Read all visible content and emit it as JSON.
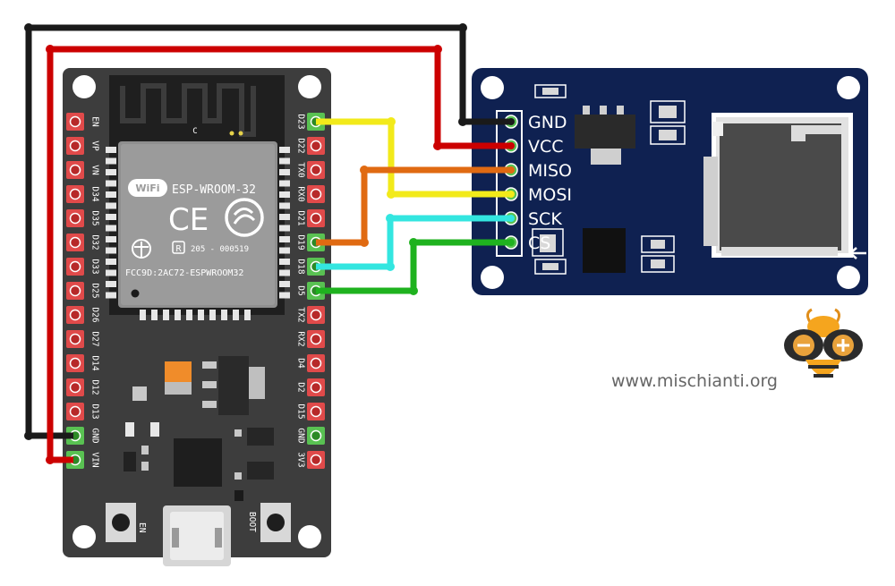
{
  "esp32": {
    "module": {
      "wifi_text": "WiFi",
      "model": "ESP-WROOM-32",
      "ce_mark": "CE",
      "r_mark": "R",
      "cert_number": "205 - 000519",
      "fcc_id": "FCC9D:2AC72-ESPWROOM32",
      "antenna_marking": "C"
    },
    "left_pins": [
      "EN",
      "VP",
      "VN",
      "D34",
      "D35",
      "D32",
      "D33",
      "D25",
      "D26",
      "D27",
      "D14",
      "D12",
      "D13",
      "GND",
      "VIN"
    ],
    "right_pins": [
      "D23",
      "D22",
      "TX0",
      "RX0",
      "D21",
      "D19",
      "D18",
      "D5",
      "TX2",
      "RX2",
      "D4",
      "D2",
      "D15",
      "GND",
      "3V3"
    ],
    "button_left_label": "EN",
    "button_right_label": "BOOT"
  },
  "sd_module": {
    "pins": [
      "GND",
      "VCC",
      "MISO",
      "MOSI",
      "SCK",
      "CS"
    ]
  },
  "wires": [
    {
      "name": "gnd",
      "color": "#1a1a1a",
      "from": "ESP32 GND",
      "to": "SD GND"
    },
    {
      "name": "vcc",
      "color": "#cc0000",
      "from": "ESP32 VIN",
      "to": "SD VCC"
    },
    {
      "name": "miso",
      "color": "#e06a12",
      "from": "ESP32 D19",
      "to": "SD MISO"
    },
    {
      "name": "mosi",
      "color": "#f2ea1a",
      "from": "ESP32 D23",
      "to": "SD MOSI"
    },
    {
      "name": "sck",
      "color": "#33e6e0",
      "from": "ESP32 D18",
      "to": "SD SCK"
    },
    {
      "name": "cs",
      "color": "#1fb21f",
      "from": "ESP32 D5",
      "to": "SD CS"
    }
  ],
  "watermark": {
    "url": "www.mischianti.org"
  }
}
